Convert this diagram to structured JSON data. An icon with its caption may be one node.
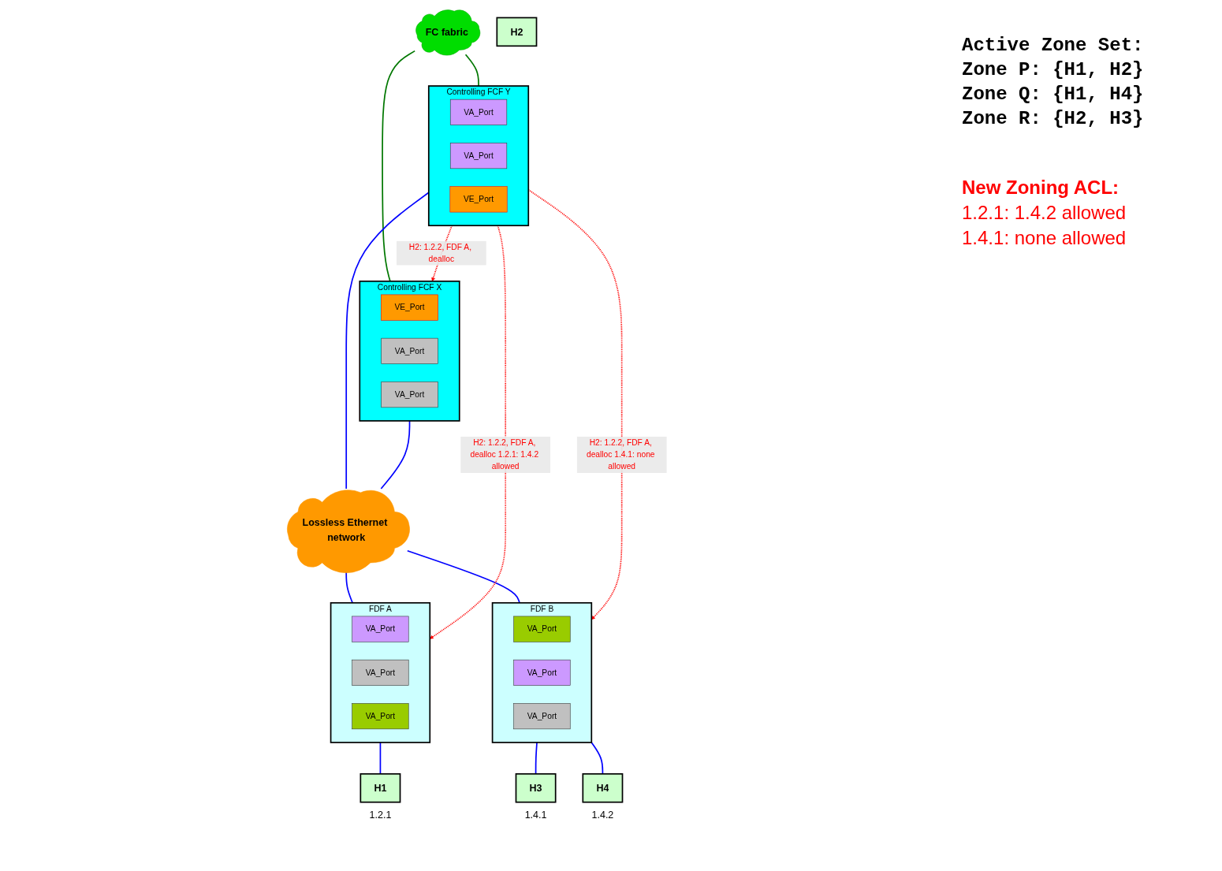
{
  "diagram": {
    "nodes": [
      {
        "text": [
          "FC fabric"
        ]
      },
      {
        "text": [
          "Controlling FCF Y"
        ]
      },
      {
        "text": [
          "VA_Port"
        ],
        "in": 1
      },
      {
        "text": [
          "VA_Port"
        ],
        "in": 1
      },
      {
        "text": [
          "VE_Port"
        ],
        "in": 1
      },
      {
        "text": [
          "Controlling FCF X"
        ]
      },
      {
        "text": [
          "VE_Port"
        ],
        "in": 5
      },
      {
        "text": [
          "VA_Port"
        ],
        "in": 5
      },
      {
        "text": [
          "VA_Port"
        ],
        "in": 5
      },
      {
        "text": [
          "Lossless Ethernet network"
        ]
      },
      {
        "text": [
          "FDF A"
        ]
      },
      {
        "text": [
          "VA_Port"
        ],
        "in": 10
      },
      {
        "text": [
          "VA_Port"
        ],
        "in": 10
      },
      {
        "text": [
          "VA_Port"
        ],
        "in": 10
      },
      {
        "text": [
          "FDF B"
        ]
      },
      {
        "text": [
          "VA_Port"
        ],
        "in": 14
      },
      {
        "text": [
          "VA_Port"
        ],
        "in": 14
      },
      {
        "text": [
          "VA_Port"
        ],
        "in": 14
      },
      {
        "text": [
          "H1"
        ],
        "beside": [
          "1.2.1"
        ]
      },
      {
        "text": [
          "H2"
        ]
      },
      {
        "text": [
          "H3"
        ],
        "beside": [
          "1.4.1"
        ]
      },
      {
        "text": [
          "H4"
        ],
        "beside": [
          "1.4.2"
        ]
      }
    ],
    "edges": [
      {
        "from": 0,
        "to": 1,
        "arrow": "none",
        "color": "#007700"
      },
      {
        "from": 0,
        "to": 5,
        "arrow": "none",
        "color": "#007700"
      },
      {
        "from": 1,
        "to": 9,
        "arrow": "none"
      },
      {
        "from": 5,
        "to": 9,
        "arrow": "none"
      },
      {
        "from": 9,
        "to": 10,
        "arrow": "none"
      },
      {
        "from": 9,
        "to": 14,
        "arrow": "none"
      },
      {
        "from": 10,
        "to": 18,
        "arrow": "none"
      },
      {
        "from": 14,
        "to": 20,
        "arrow": "none"
      },
      {
        "from": 14,
        "to": 21,
        "arrow": "none"
      },
      {
        "from": 1,
        "to": 5,
        "arrow": "to",
        "style": "dashed",
        "color": "#ff0000",
        "label": "H2: 1.2.2, FDF A, dealloc"
      },
      {
        "from": 1,
        "to": 10,
        "arrow": "to",
        "style": "dashed",
        "color": "#ff0000",
        "label": "H2: 1.2.2, FDF A, dealloc 1.2.1: 1.4.2 allowed"
      },
      {
        "from": 1,
        "to": 14,
        "arrow": "to",
        "style": "dashed",
        "color": "#ff0000",
        "label": "H2: 1.2.2, FDF A, dealloc 1.4.1: none allowed"
      }
    ],
    "labels": [
      "Active Zone Set:",
      "Zone P: {H1, H2}",
      "Zone Q: {H1, H4}",
      "Zone R: {H2, H3}",
      "New Zoning ACL:",
      "1.2.1: 1.4.2 allowed",
      "1.4.1: none allowed"
    ]
  }
}
